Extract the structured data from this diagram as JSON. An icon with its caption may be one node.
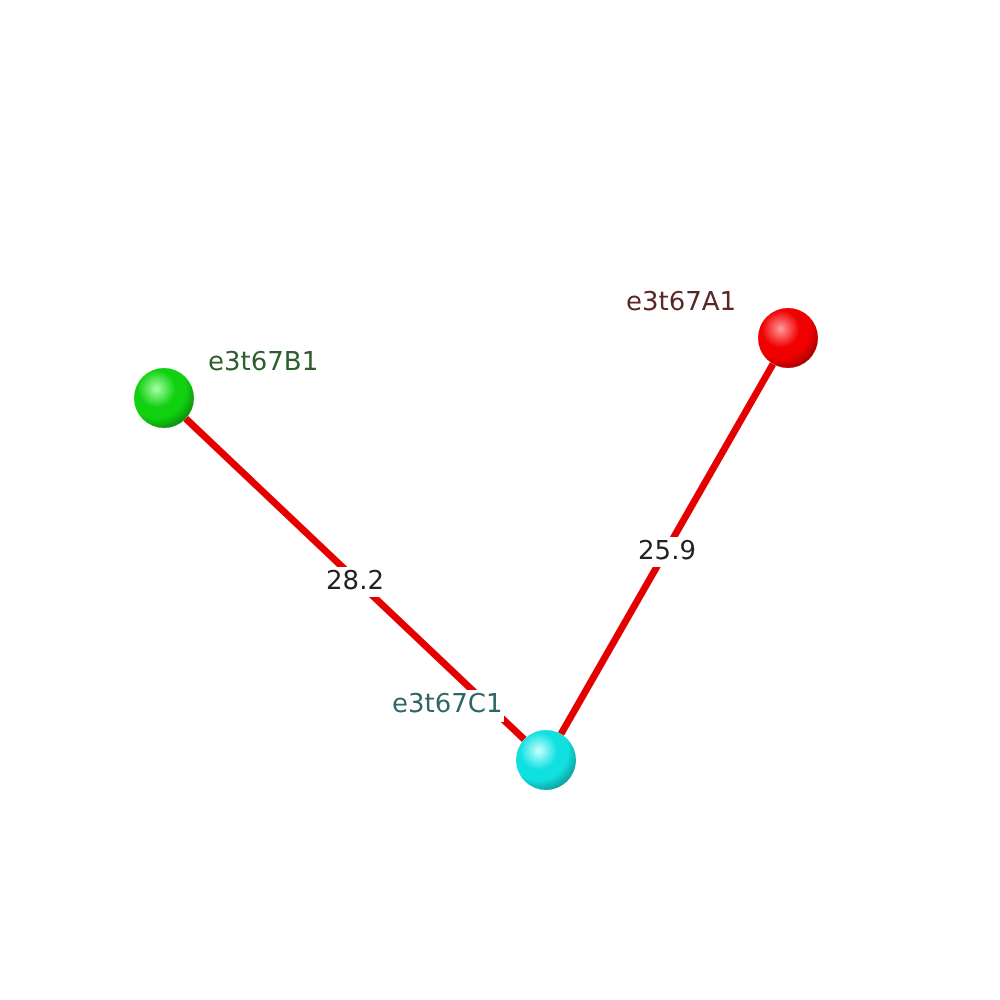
{
  "diagram": {
    "nodes": [
      {
        "text": [],
        "shape": "circle",
        "beside": [
          "e3t67A1"
        ]
      },
      {
        "text": [],
        "shape": "circle",
        "beside": [
          "e3t67B1"
        ]
      },
      {
        "text": [],
        "shape": "circle",
        "beside": [
          "e3t67C1"
        ]
      }
    ],
    "edges": [
      {
        "from": 0,
        "to": 2,
        "arrow": "none",
        "label": "25.9"
      },
      {
        "from": 1,
        "to": 2,
        "arrow": "none",
        "label": "28.2"
      }
    ]
  }
}
